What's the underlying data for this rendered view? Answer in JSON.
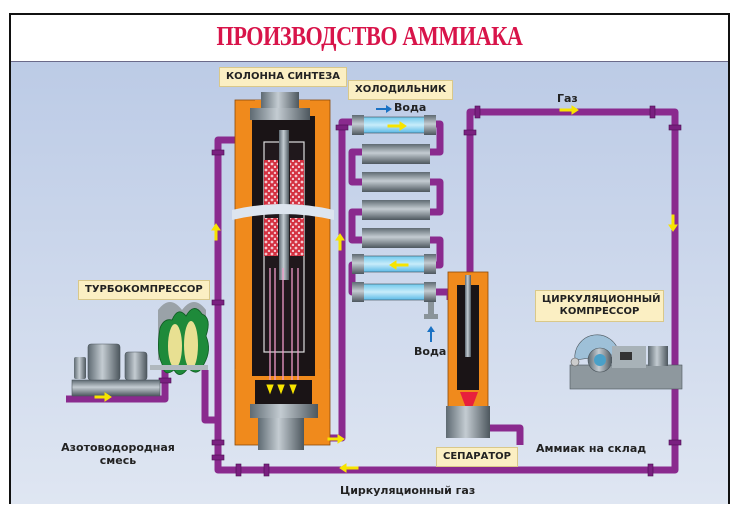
{
  "title": "ПРОИЗВОДСТВО АММИАКА",
  "labels": {
    "synthesis_column": "КОЛОННА СИНТЕЗА",
    "cooler": "ХОЛОДИЛЬНИК",
    "turbocompressor": "ТУРБОКОМПРЕССОР",
    "circulation_compressor": "ЦИРКУЛЯЦИОННЫЙ КОМПРЕССОР",
    "separator": "СЕПАРАТОР"
  },
  "annotations": {
    "water_out": "Вода",
    "water_in": "Вода",
    "gas": "Газ",
    "nitrogen_hydrogen_mix": "Азотоводородная смесь",
    "ammonia_to_storage": "Аммиак на склад",
    "circulation_gas": "Циркуляционный газ"
  },
  "colors": {
    "title": "#d8144a",
    "pipe": "#8a2a8e",
    "flow_arrow": "#f7e400",
    "water_arrow": "#1a72c4",
    "column_shell": "#f08a1c",
    "catalyst": "#d43040",
    "label_bg": "#fbefc3"
  }
}
